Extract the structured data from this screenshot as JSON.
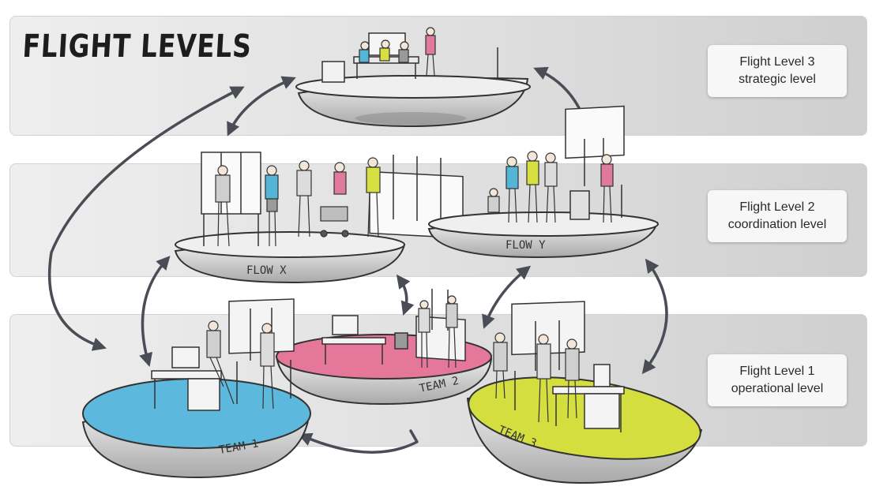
{
  "title": "FLIGHT LEVELS",
  "levels": [
    {
      "name": "Flight Level 3",
      "description": "strategic level"
    },
    {
      "name": "Flight Level 2",
      "description": "coordination level"
    },
    {
      "name": "Flight Level 1",
      "description": "operational level"
    }
  ],
  "platforms": {
    "flow_x": "FLOW X",
    "flow_y": "FLOW Y",
    "team_1": "TEAM 1",
    "team_2": "TEAM 2",
    "team_3": "TEAM 3"
  },
  "colors": {
    "team_1": "#5cb8dc",
    "team_2": "#e5789a",
    "team_3": "#d4df3f",
    "person_shirt_blue": "#55b5d6",
    "person_shirt_pink": "#e07a9a",
    "person_shirt_yellow": "#d6e041"
  }
}
